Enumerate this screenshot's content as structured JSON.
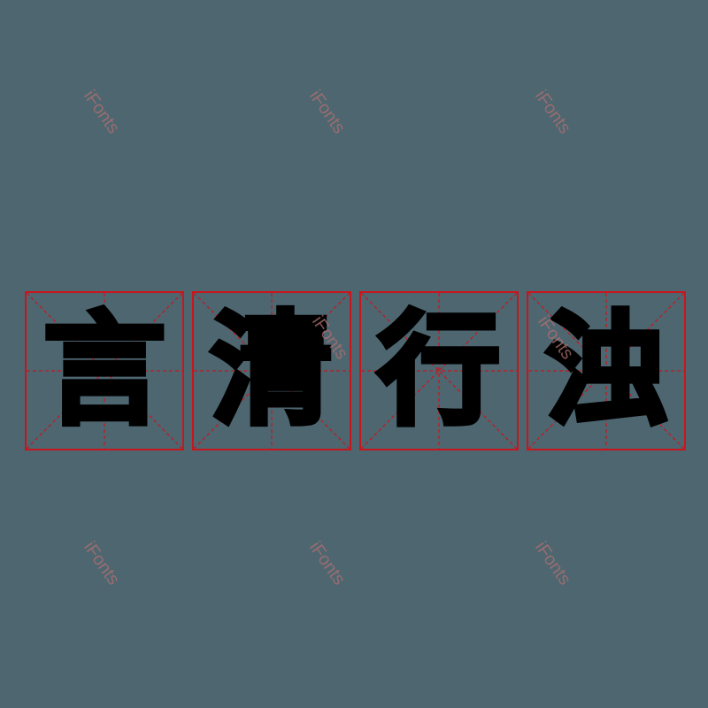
{
  "watermarks": [
    "iFonts",
    "iFonts",
    "iFonts",
    "iFonts",
    "iFonts",
    "iFonts",
    "iFonts",
    "iFonts"
  ],
  "characters": [
    "言",
    "清",
    "行",
    "浊"
  ],
  "colors": {
    "background": "#4d6670",
    "grid_red": "#c8161d",
    "glyph": "#000000",
    "watermark": "#b07070"
  }
}
